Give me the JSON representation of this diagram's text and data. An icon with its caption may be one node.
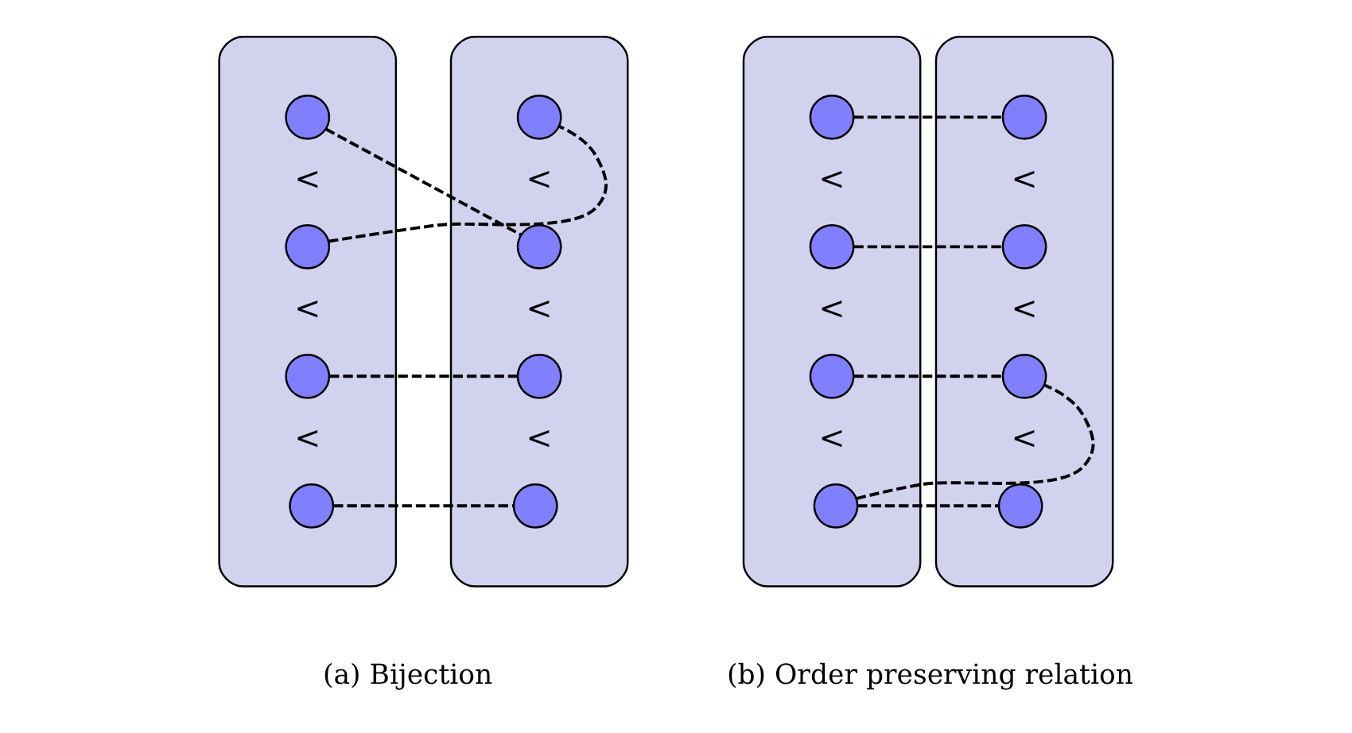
{
  "diagram": {
    "nodes": [
      {
        "text": [],
        "shape": "ellipse"
      },
      {
        "text": [],
        "shape": "circle",
        "in": 0
      },
      {
        "text": [],
        "shape": "circle",
        "in": 0
      },
      {
        "text": [],
        "shape": "circle",
        "in": 0
      },
      {
        "text": [],
        "shape": "circle",
        "in": 0
      },
      {
        "text": [],
        "shape": "ellipse"
      },
      {
        "text": [],
        "shape": "circle",
        "in": 5
      },
      {
        "text": [],
        "shape": "circle",
        "in": 5
      },
      {
        "text": [],
        "shape": "circle",
        "in": 5
      },
      {
        "text": [],
        "shape": "circle",
        "in": 5
      },
      {
        "text": [],
        "shape": "ellipse"
      },
      {
        "text": [],
        "shape": "circle",
        "in": 10
      },
      {
        "text": [],
        "shape": "circle",
        "in": 10
      },
      {
        "text": [],
        "shape": "circle",
        "in": 10
      },
      {
        "text": [],
        "shape": "circle",
        "in": 10
      },
      {
        "text": [],
        "shape": "ellipse"
      },
      {
        "text": [],
        "shape": "circle",
        "in": 15
      },
      {
        "text": [],
        "shape": "circle",
        "in": 15
      },
      {
        "text": [],
        "shape": "circle",
        "in": 15
      },
      {
        "text": [],
        "shape": "circle",
        "in": 15
      }
    ],
    "edges": [
      {
        "from": 1,
        "to": 7,
        "arrow": "none",
        "style": "dashed"
      },
      {
        "from": 2,
        "to": 6,
        "arrow": "none",
        "style": "dashed"
      },
      {
        "from": 3,
        "to": 8,
        "arrow": "none",
        "style": "dashed"
      },
      {
        "from": 4,
        "to": 9,
        "arrow": "none",
        "style": "dashed"
      },
      {
        "from": 11,
        "to": 16,
        "arrow": "none",
        "style": "dashed"
      },
      {
        "from": 12,
        "to": 17,
        "arrow": "none",
        "style": "dashed"
      },
      {
        "from": 13,
        "to": 18,
        "arrow": "none",
        "style": "dashed"
      },
      {
        "from": 14,
        "to": 18,
        "arrow": "none",
        "style": "dashed"
      },
      {
        "from": 14,
        "to": 19,
        "arrow": "none",
        "style": "dashed"
      }
    ],
    "labels": [
      "<",
      "<",
      "<",
      "<",
      "<",
      "<",
      "<",
      "<",
      "<",
      "<",
      "<",
      "<",
      "(a) Bijection",
      "(b) Order preserving relation"
    ]
  }
}
